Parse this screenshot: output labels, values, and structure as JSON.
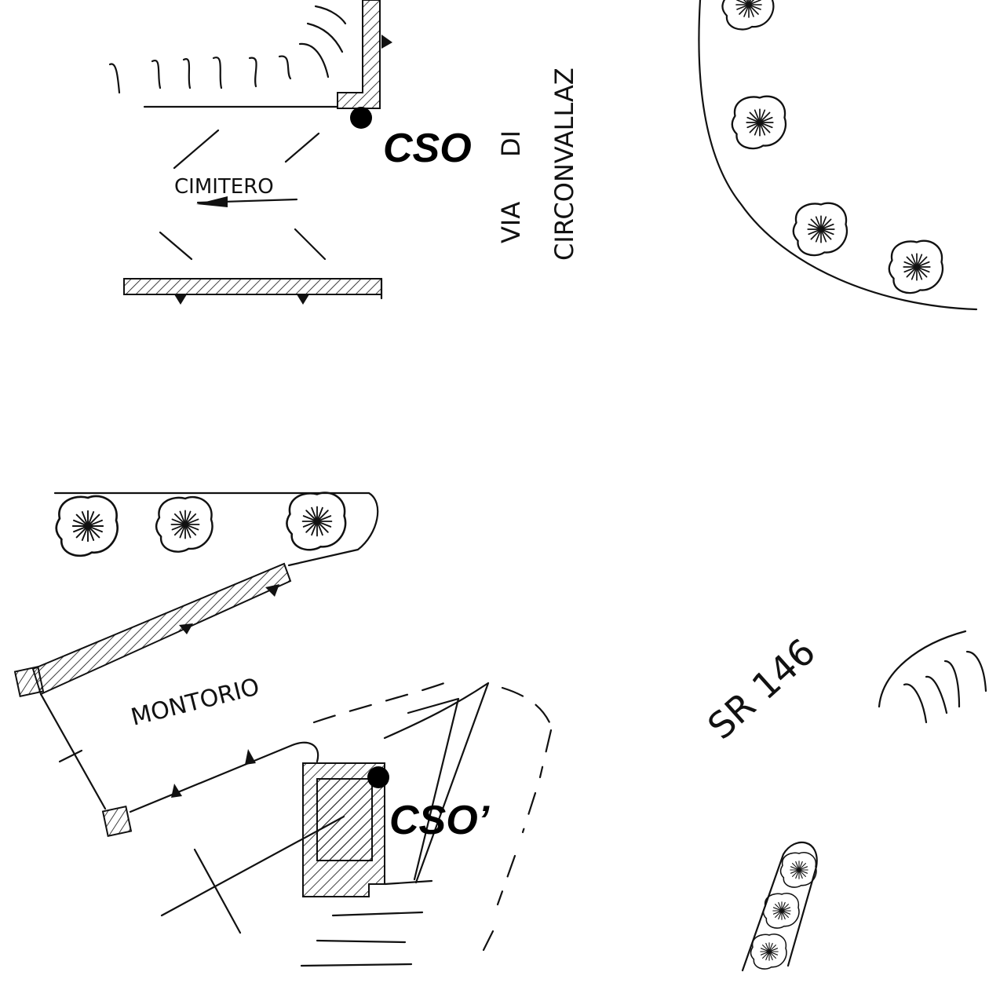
{
  "labels": {
    "cimitero": "CIMITERO",
    "via_1": "VIA",
    "via_2": "DI",
    "via_3": "CIRCONVALLAZ",
    "montorio": "MONTORIO",
    "sr146": "SR 146",
    "cso": "CSO",
    "cso_prime": "CSO’"
  },
  "colors": {
    "ink": "#111111",
    "background": "#ffffff"
  },
  "icons": [
    "tree-icon",
    "cso-point-icon",
    "flow-arrow-icon"
  ]
}
